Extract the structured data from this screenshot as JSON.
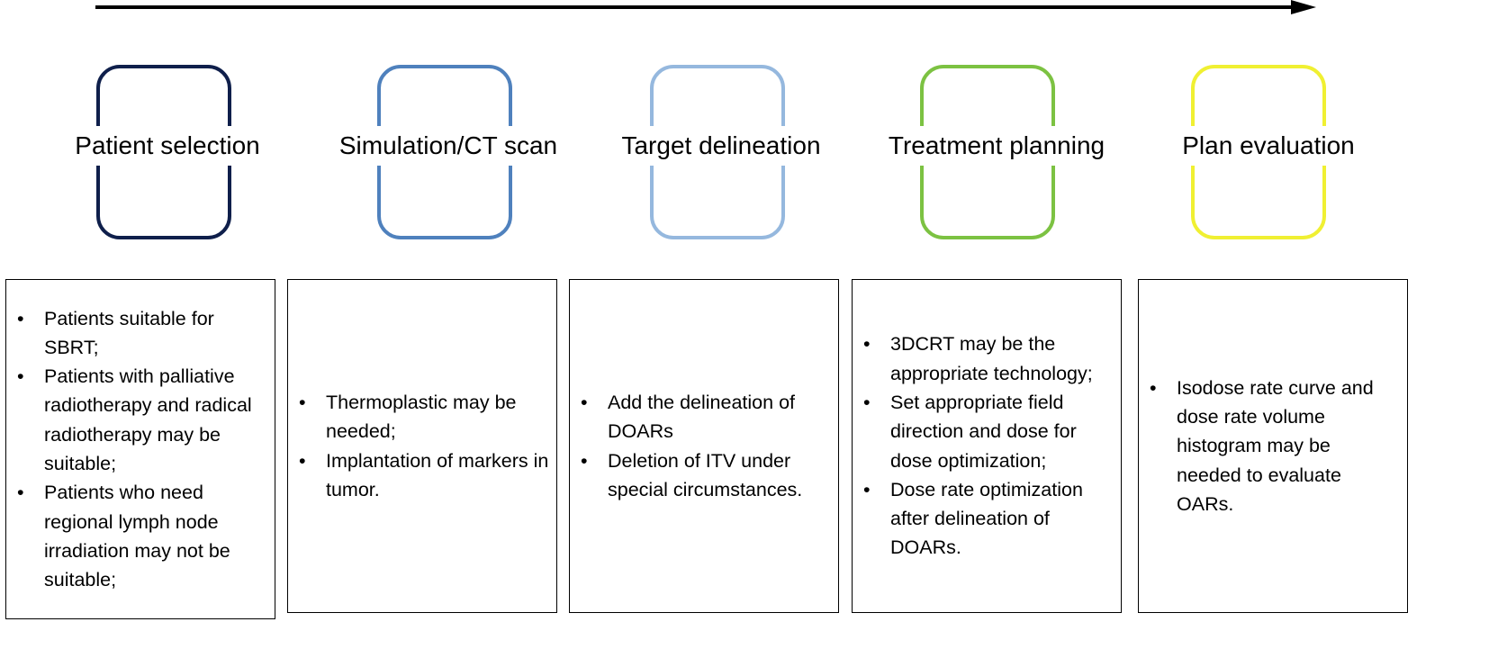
{
  "arrow": {
    "color": "#000000"
  },
  "steps": [
    {
      "title": "Patient selection",
      "frame_color": "#0f1f4b",
      "bullets": [
        "Patients suitable for SBRT;",
        "Patients with palliative radiotherapy and radical radiotherapy may be suitable;",
        "Patients who need regional lymph node irradiation may not be suitable;"
      ]
    },
    {
      "title": "Simulation/CT scan",
      "frame_color": "#4f81bd",
      "bullets": [
        "Thermoplastic may be needed;",
        "Implantation of markers in tumor."
      ]
    },
    {
      "title": "Target delineation",
      "frame_color": "#95b8de",
      "bullets": [
        "Add the delineation of DOARs",
        "Deletion of ITV under special circumstances."
      ]
    },
    {
      "title": "Treatment planning",
      "frame_color": "#7cc242",
      "bullets": [
        "3DCRT may be the appropriate technology;",
        "Set appropriate field direction and dose for dose optimization;",
        "Dose rate optimization after delineation of DOARs."
      ]
    },
    {
      "title": "Plan evaluation",
      "frame_color": "#f0f032",
      "bullets": [
        "Isodose rate curve and dose rate volume histogram may be needed to evaluate OARs."
      ]
    }
  ]
}
